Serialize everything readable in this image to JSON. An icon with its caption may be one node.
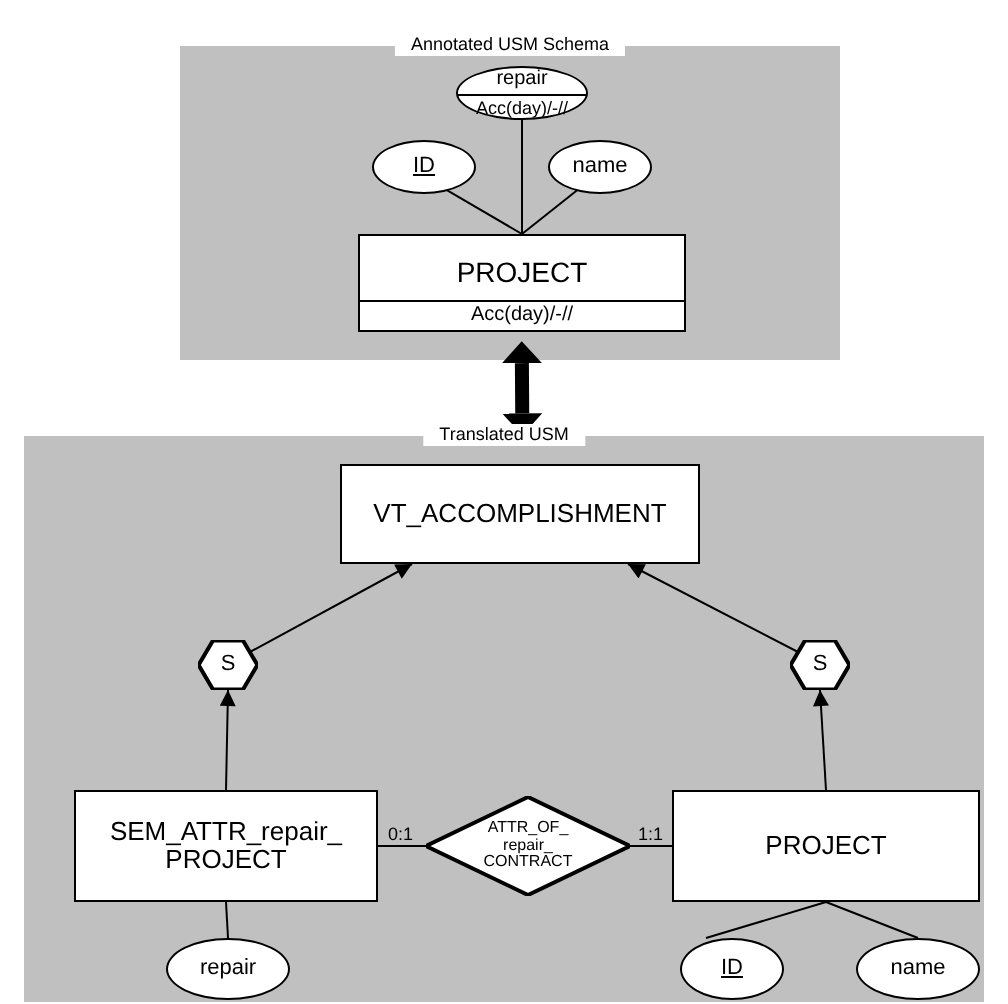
{
  "diagram": {
    "nodes": [
      {
        "text": [
          "Annotated USM Schema"
        ]
      },
      {
        "text": [
          "repair",
          "Acc(day)/-//"
        ],
        "in": 0
      },
      {
        "text": [
          "ID"
        ],
        "in": 0
      },
      {
        "text": [
          "name"
        ],
        "in": 0
      },
      {
        "text": [
          "PROJECT",
          "Acc(day)/-//"
        ],
        "in": 0
      },
      {
        "text": [
          "Translated USM"
        ]
      },
      {
        "text": [
          "VT_ACCOMPLISHMENT"
        ],
        "in": 5
      },
      {
        "text": [
          "S"
        ],
        "in": 5
      },
      {
        "text": [
          "S"
        ],
        "in": 5
      },
      {
        "text": [
          "SEM_ATTR_repair_ PROJECT"
        ],
        "in": 5
      },
      {
        "text": [
          "ATTR_OF_ repair_ CONTRACT"
        ],
        "in": 5
      },
      {
        "text": [
          "PROJECT"
        ],
        "in": 5
      },
      {
        "text": [
          "repair"
        ],
        "in": 5
      },
      {
        "text": [
          "ID"
        ],
        "in": 5
      },
      {
        "text": [
          "name"
        ],
        "in": 5
      }
    ],
    "edges": [
      {
        "from": 1,
        "to": 4,
        "arrow": "none"
      },
      {
        "from": 2,
        "to": 4,
        "arrow": "none"
      },
      {
        "from": 3,
        "to": 4,
        "arrow": "none"
      },
      {
        "from": 0,
        "to": 5,
        "arrow": "both",
        "style": "thick"
      },
      {
        "from": 7,
        "to": 6,
        "arrow": "to"
      },
      {
        "from": 8,
        "to": 6,
        "arrow": "to"
      },
      {
        "from": 9,
        "to": 7,
        "arrow": "to"
      },
      {
        "from": 11,
        "to": 8,
        "arrow": "to"
      },
      {
        "from": 9,
        "to": 10,
        "arrow": "none",
        "label": "0:1"
      },
      {
        "from": 10,
        "to": 11,
        "arrow": "none",
        "label": "1:1"
      },
      {
        "from": 12,
        "to": 9,
        "arrow": "none"
      },
      {
        "from": 13,
        "to": 11,
        "arrow": "none"
      },
      {
        "from": 14,
        "to": 11,
        "arrow": "none"
      }
    ]
  }
}
